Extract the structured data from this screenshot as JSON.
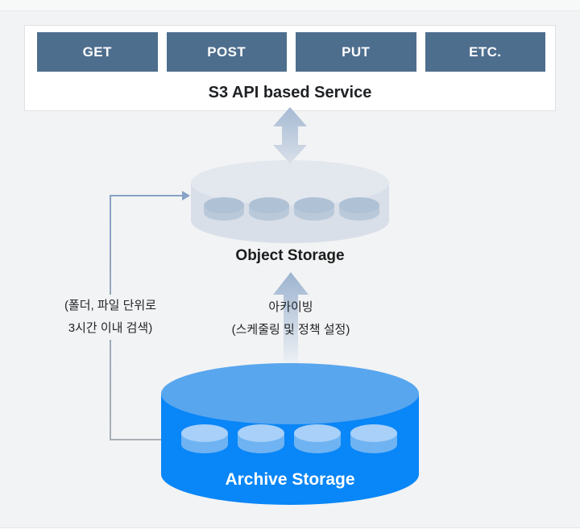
{
  "header": {
    "methods": [
      "GET",
      "POST",
      "PUT",
      "ETC."
    ],
    "service_title": "S3 API based Service"
  },
  "object_storage": {
    "label": "Object Storage",
    "disk_count": 4
  },
  "archive_storage": {
    "label": "Archive Storage",
    "disk_count": 4
  },
  "annotations": {
    "retrieval_note": [
      "(폴더, 파일 단위로",
      "3시간 이내 검색)"
    ],
    "archiving_note": [
      "아카이빙",
      "(스케줄링 및 정책 설정)"
    ]
  },
  "colors": {
    "method_button": "#4e6e8e",
    "object_body": "#d9dfe8",
    "object_top": "#e3e7ee",
    "object_disk_body": "#bac9da",
    "object_disk_top": "#afc1d5",
    "archive_body": "#0986f7",
    "archive_top": "#58a6ee",
    "archive_disk_body": "#6fb3f2",
    "archive_disk_top": "#a8d0f8",
    "connector_top": "#86a2c4",
    "connector_bottom": "#a9aeb6"
  }
}
